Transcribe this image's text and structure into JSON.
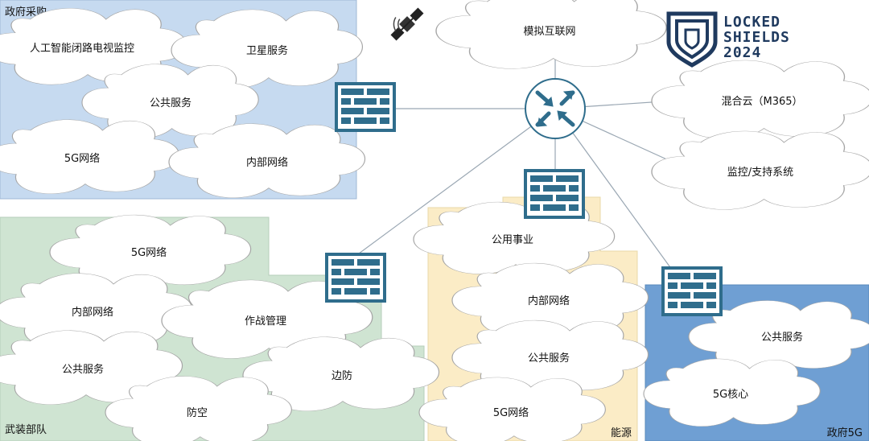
{
  "zones": {
    "gov_procurement": {
      "label": "政府采购",
      "color": "#c6daf0"
    },
    "armed_forces": {
      "label": "武装部队",
      "color": "#cfe4d2"
    },
    "energy": {
      "label": "能源",
      "color": "#fbecc6"
    },
    "gov_5g": {
      "label": "政府5G",
      "color": "#6f9fd3"
    }
  },
  "clouds": {
    "ai_cctv": "人工智能闭路电视监控",
    "satellite_service": "卫星服务",
    "gp_public_service": "公共服务",
    "gp_5g": "5G网络",
    "gp_internal": "内部网络",
    "simulated_internet": "模拟互联网",
    "hybrid_cloud": "混合云（M365）",
    "monitoring": "监控/支持系统",
    "af_5g": "5G网络",
    "af_internal": "内部网络",
    "combat_mgmt": "作战管理",
    "af_public_service": "公共服务",
    "border_defense": "边防",
    "air_defense": "防空",
    "utilities": "公用事业",
    "en_internal": "内部网络",
    "en_public_service": "公共服务",
    "en_5g": "5G网络",
    "g5_public_service": "公共服务",
    "g5_core": "5G核心"
  },
  "brand": {
    "line1": "LOCKED",
    "line2": "SHIELDS",
    "line3": "2024"
  },
  "colors": {
    "firewall": "#2f6d8c",
    "router": "#2f6d8c",
    "link": "#9aa7b3",
    "brand": "#1f3a5f"
  }
}
